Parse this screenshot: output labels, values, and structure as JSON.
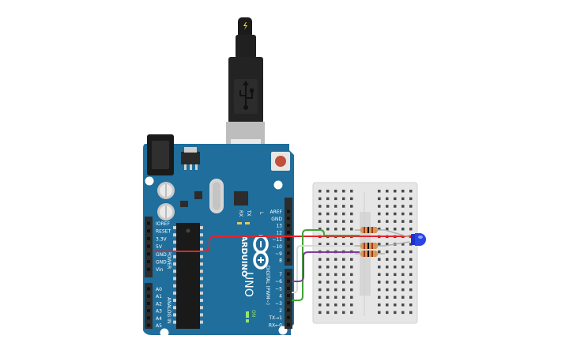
{
  "board": {
    "header_right_top": [
      "AREF",
      "GND",
      "13",
      "12",
      "~11",
      "~10",
      "~9",
      "8"
    ],
    "header_right_bottom": [
      "7",
      "~6",
      "~5",
      "4",
      "~3",
      "2",
      "TX→1",
      "RX←0"
    ],
    "power_pins": [
      "IOREF",
      "RESET",
      "3.3V",
      "5V",
      "GND",
      "GND",
      "Vin"
    ],
    "analog_pins": [
      "A0",
      "A1",
      "A2",
      "A3",
      "A4",
      "A5"
    ],
    "power_label": "POWER",
    "analog_label": "ANALOG IN",
    "digital_label": "DIGITAL (PWM~)",
    "brand": "ARDUINO",
    "model": "UNO",
    "tx": "TX",
    "rx": "RX",
    "led_l": "L",
    "on_label": "ON"
  },
  "colors": {
    "board": "#1f6e9c",
    "header": "#2d2d2d",
    "breadboard": "#e6e6e6",
    "wire_red": "#e0262b",
    "wire_green": "#3fa535",
    "wire_purple": "#7c3c9a",
    "led": "#2a44e6",
    "resistor": "#d89a5a"
  },
  "icons": [
    "usb-icon",
    "lightning-icon",
    "arduino-infinity-logo"
  ]
}
